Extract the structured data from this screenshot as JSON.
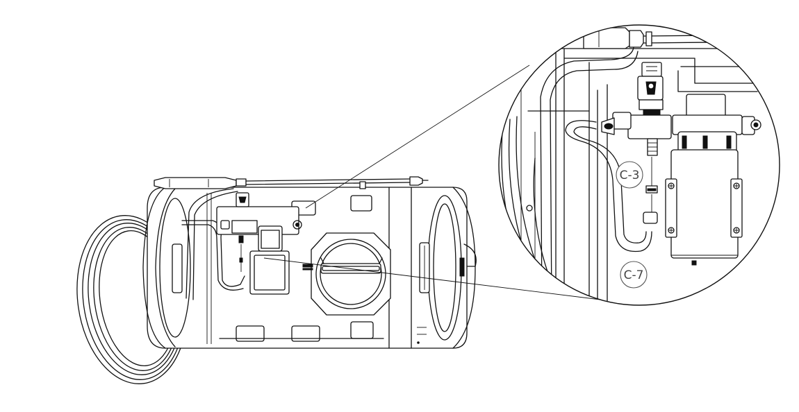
{
  "callouts": [
    {
      "id": "c3",
      "label": "C-3"
    },
    {
      "id": "c7",
      "label": "C-7"
    }
  ],
  "colors": {
    "line": "#111111",
    "background": "#ffffff",
    "callout_text": "#444444"
  }
}
